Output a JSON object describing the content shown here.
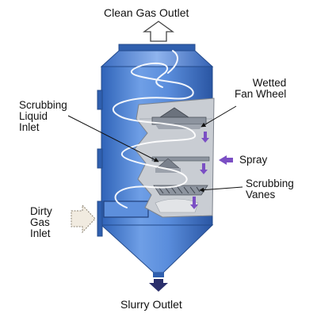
{
  "labels": {
    "clean_gas_outlet": "Clean Gas Outlet",
    "wetted_fan_wheel": [
      "Wetted",
      "Fan Wheel"
    ],
    "scrubbing_liquid_inlet": [
      "Scrubbing",
      "Liquid",
      "Inlet"
    ],
    "spray": "Spray",
    "scrubbing_vanes": [
      "Scrubbing",
      "Vanes"
    ],
    "dirty_gas_inlet": [
      "Dirty",
      "Gas",
      "Inlet"
    ],
    "slurry_outlet": "Slurry Outlet"
  },
  "colors": {
    "vessel_blue": "#4f86d9",
    "vessel_dark": "#2b5aa8",
    "vessel_light": "#9ec0f0",
    "cutaway_gray": "#c9cdd3",
    "arrow_purple": "#7b4fc4",
    "swirl_white": "#ffffff"
  }
}
